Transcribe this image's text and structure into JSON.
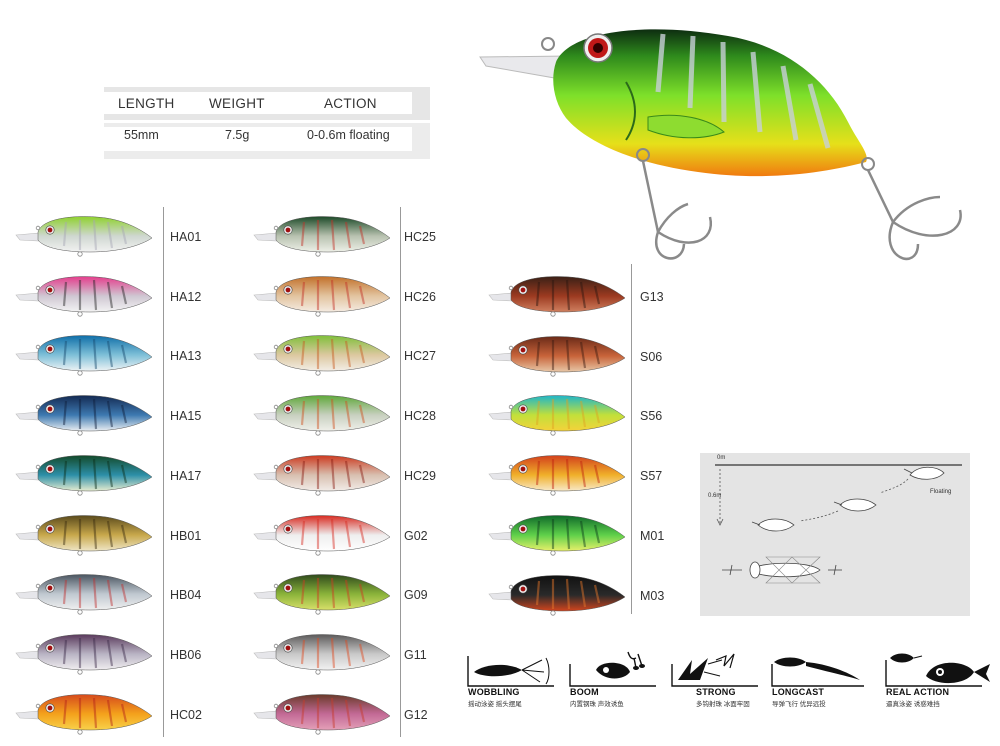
{
  "spec": {
    "headers": [
      "LENGTH",
      "WEIGHT",
      "ACTION"
    ],
    "values": [
      "55mm",
      "7.5g",
      "0-0.6m floating"
    ]
  },
  "colors": {
    "HA01": {
      "top": "#8fd12e",
      "mid": "#cfd7d0",
      "belly": "#f2f2f2",
      "accent": "#a6a6b5"
    },
    "HA12": {
      "top": "#e43d8c",
      "mid": "#cfc7d2",
      "belly": "#f3f3f3",
      "accent": "#222"
    },
    "HA13": {
      "top": "#0f6ea8",
      "mid": "#7fc0d8",
      "belly": "#eef3f5",
      "accent": "#174a6e"
    },
    "HA15": {
      "top": "#142a52",
      "mid": "#3d79b0",
      "belly": "#eaeef2",
      "accent": "#0e1d3a"
    },
    "HA17": {
      "top": "#134a2a",
      "mid": "#2d8fa8",
      "belly": "#e6ecd0",
      "accent": "#0b2d18"
    },
    "HB01": {
      "top": "#5a4a1c",
      "mid": "#c8a84c",
      "belly": "#efe6c6",
      "accent": "#3a2c10"
    },
    "HB04": {
      "top": "#4a5560",
      "mid": "#c0c8d0",
      "belly": "#f0f0f0",
      "accent": "#c03030"
    },
    "HB06": {
      "top": "#5a3a5c",
      "mid": "#b9b4c4",
      "belly": "#f1eef0",
      "accent": "#3b2a48"
    },
    "HC02": {
      "top": "#d64a1c",
      "mid": "#f4a21c",
      "belly": "#f8d24a",
      "accent": "#b3201a"
    },
    "HC25": {
      "top": "#1d4a28",
      "mid": "#b8c2b0",
      "belly": "#eef0e8",
      "accent": "#c33026"
    },
    "HC26": {
      "top": "#c2702a",
      "mid": "#e2c4a0",
      "belly": "#f5ece2",
      "accent": "#c33026"
    },
    "HC27": {
      "top": "#7fbf3a",
      "mid": "#dcc8a0",
      "belly": "#f3eee6",
      "accent": "#c85a20"
    },
    "HC28": {
      "top": "#5fa83a",
      "mid": "#c8d0c0",
      "belly": "#f0f0ea",
      "accent": "#d0501e"
    },
    "HC29": {
      "top": "#cc3a20",
      "mid": "#d8c0b0",
      "belly": "#f2ece8",
      "accent": "#8a1c12"
    },
    "G02": {
      "top": "#d82a20",
      "mid": "#eeeeee",
      "belly": "#ffffff",
      "accent": "#d82a20"
    },
    "G09": {
      "top": "#2f4a1c",
      "mid": "#8ab33a",
      "belly": "#d8e06a",
      "accent": "#d03a20"
    },
    "G11": {
      "top": "#5c5a5a",
      "mid": "#c9c9c9",
      "belly": "#f2f2f2",
      "accent": "#e04a20"
    },
    "G12": {
      "top": "#6a3a2a",
      "mid": "#c36a96",
      "belly": "#e4a0b8",
      "accent": "#c83a2a"
    },
    "G13": {
      "top": "#3a2016",
      "mid": "#9c3a20",
      "belly": "#d08060",
      "accent": "#2a1610"
    },
    "S06": {
      "top": "#6a2a18",
      "mid": "#c8643a",
      "belly": "#e8c8a8",
      "accent": "#3a1a10"
    },
    "S56": {
      "top": "#1fb6c8",
      "mid": "#c2e03a",
      "belly": "#f5d23a",
      "accent": "#e0a020"
    },
    "S57": {
      "top": "#d2401c",
      "mid": "#f0b02a",
      "belly": "#f8e9c8",
      "accent": "#c02010"
    },
    "M01": {
      "top": "#0f6a2a",
      "mid": "#5fd04a",
      "belly": "#e8f06a",
      "accent": "#0a3a1a"
    },
    "M03": {
      "top": "#111111",
      "mid": "#2a2a2a",
      "belly": "#d2451e",
      "accent": "#ee7a2a"
    }
  },
  "column1": [
    "HA01",
    "HA12",
    "HA13",
    "HA15",
    "HA17",
    "HB01",
    "HB04",
    "HB06",
    "HC02"
  ],
  "column2": [
    "HC25",
    "HC26",
    "HC27",
    "HC28",
    "HC29",
    "G02",
    "G09",
    "G11",
    "G12"
  ],
  "column3": [
    "G13",
    "S06",
    "S56",
    "S57",
    "M01",
    "M03"
  ],
  "diagram": {
    "depth_top": "0m",
    "depth_bottom": "0.6m",
    "note": "Floating"
  },
  "features": [
    {
      "label": "WOBBLING",
      "sub": "摇动泳姿  摇头摆尾"
    },
    {
      "label": "BOOM",
      "sub": "内置钢珠  声效诱鱼"
    },
    {
      "label": "STRONG",
      "sub": "多钩射珠  冰面牢固"
    },
    {
      "label": "LONGCAST",
      "sub": "导弹飞行  优异远投"
    },
    {
      "label": "REAL ACTION",
      "sub": "逼真泳姿  诱惑难挡"
    }
  ]
}
